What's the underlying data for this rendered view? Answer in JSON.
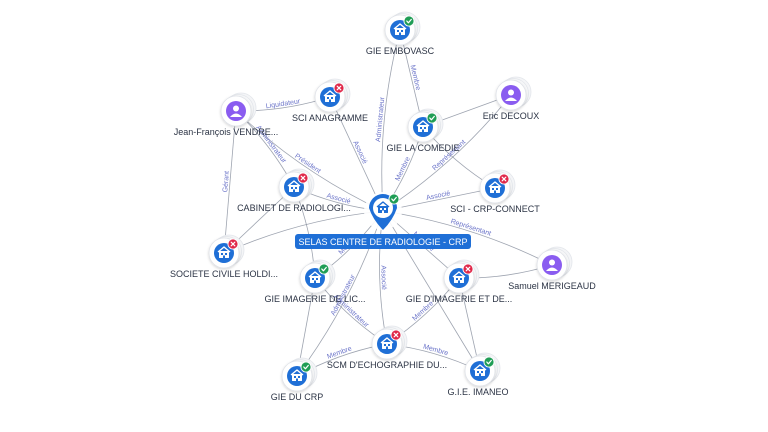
{
  "colors": {
    "company": "#1f6fd6",
    "person": "#8a5cf0",
    "active": "#1f9d55",
    "inactive": "#e0284a",
    "edge": "#7d8595",
    "edge_label": "#6b74c9",
    "main_label_bg": "#1f6fd6"
  },
  "icons": {
    "company": "building-icon",
    "person": "person-icon",
    "active": "check-badge-icon",
    "inactive": "cross-badge-icon"
  },
  "main": {
    "label": "SELAS CENTRE DE RADIOLOGIE - CRP",
    "status": "active"
  },
  "nodes": [
    {
      "id": "embovasc",
      "label": "GIE EMBOVASC",
      "type": "company",
      "status": "active"
    },
    {
      "id": "anagramme",
      "label": "SCI ANAGRAMME",
      "type": "company",
      "status": "inactive"
    },
    {
      "id": "jf",
      "label": "Jean-François VENDRE...",
      "type": "person"
    },
    {
      "id": "comedie",
      "label": "GIE LA COMEDIE",
      "type": "company",
      "status": "active"
    },
    {
      "id": "decoux",
      "label": "Eric DECOUX",
      "type": "person"
    },
    {
      "id": "cabinet",
      "label": "CABINET DE RADIOLOGI...",
      "type": "company",
      "status": "inactive"
    },
    {
      "id": "sci_crp",
      "label": "SCI - CRP-CONNECT",
      "type": "company",
      "status": "inactive"
    },
    {
      "id": "sc_holdi",
      "label": "SOCIETE CIVILE HOLDI...",
      "type": "company",
      "status": "inactive"
    },
    {
      "id": "imagerie_lic",
      "label": "GIE IMAGERIE DE LIC...",
      "type": "company",
      "status": "active"
    },
    {
      "id": "imagerie_de",
      "label": "GIE D'IMAGERIE ET DE...",
      "type": "company",
      "status": "inactive"
    },
    {
      "id": "merigeaud",
      "label": "Samuel MERIGEAUD",
      "type": "person"
    },
    {
      "id": "scm_echo",
      "label": "SCM D'ECHOGRAPHIE DU...",
      "type": "company",
      "status": "inactive"
    },
    {
      "id": "gie_crp",
      "label": "GIE DU CRP",
      "type": "company",
      "status": "active"
    },
    {
      "id": "imaneo",
      "label": "G.I.E. IMANEO",
      "type": "company",
      "status": "active"
    }
  ],
  "edges": [
    {
      "from": "main",
      "to": "embovasc",
      "label": "Administrateur"
    },
    {
      "from": "main",
      "to": "anagramme",
      "label": "Associé"
    },
    {
      "from": "main",
      "to": "comedie",
      "label": "Membre"
    },
    {
      "from": "main",
      "to": "cabinet",
      "label": "Associé"
    },
    {
      "from": "main",
      "to": "sci_crp",
      "label": "Associé"
    },
    {
      "from": "main",
      "to": "sc_holdi",
      "label": ""
    },
    {
      "from": "main",
      "to": "imagerie_lic",
      "label": "Membre"
    },
    {
      "from": "main",
      "to": "imagerie_de",
      "label": "Membre"
    },
    {
      "from": "main",
      "to": "scm_echo",
      "label": "Associé"
    },
    {
      "from": "main",
      "to": "gie_crp",
      "label": "Administrateur"
    },
    {
      "from": "main",
      "to": "imaneo",
      "label": ""
    },
    {
      "from": "jf",
      "to": "main",
      "label": "Président"
    },
    {
      "from": "jf",
      "to": "cabinet",
      "label": "Administrateur"
    },
    {
      "from": "jf",
      "to": "sc_holdi",
      "label": "Gérant"
    },
    {
      "from": "jf",
      "to": "anagramme",
      "label": "Liquidateur"
    },
    {
      "from": "decoux",
      "to": "main",
      "label": "Représentant"
    },
    {
      "from": "decoux",
      "to": "comedie",
      "label": ""
    },
    {
      "from": "merigeaud",
      "to": "main",
      "label": "Représentant"
    },
    {
      "from": "merigeaud",
      "to": "imagerie_de",
      "label": ""
    },
    {
      "from": "embovasc",
      "to": "comedie",
      "label": "Membre"
    },
    {
      "from": "comedie",
      "to": "sci_crp",
      "label": ""
    },
    {
      "from": "cabinet",
      "to": "imagerie_lic",
      "label": ""
    },
    {
      "from": "sc_holdi",
      "to": "cabinet",
      "label": ""
    },
    {
      "from": "imagerie_lic",
      "to": "scm_echo",
      "label": "Administrateur"
    },
    {
      "from": "imagerie_de",
      "to": "scm_echo",
      "label": "Membre"
    },
    {
      "from": "imagerie_de",
      "to": "imaneo",
      "label": ""
    },
    {
      "from": "scm_echo",
      "to": "gie_crp",
      "label": "Membre"
    },
    {
      "from": "scm_echo",
      "to": "imaneo",
      "label": "Membre"
    },
    {
      "from": "gie_crp",
      "to": "imagerie_lic",
      "label": ""
    }
  ]
}
